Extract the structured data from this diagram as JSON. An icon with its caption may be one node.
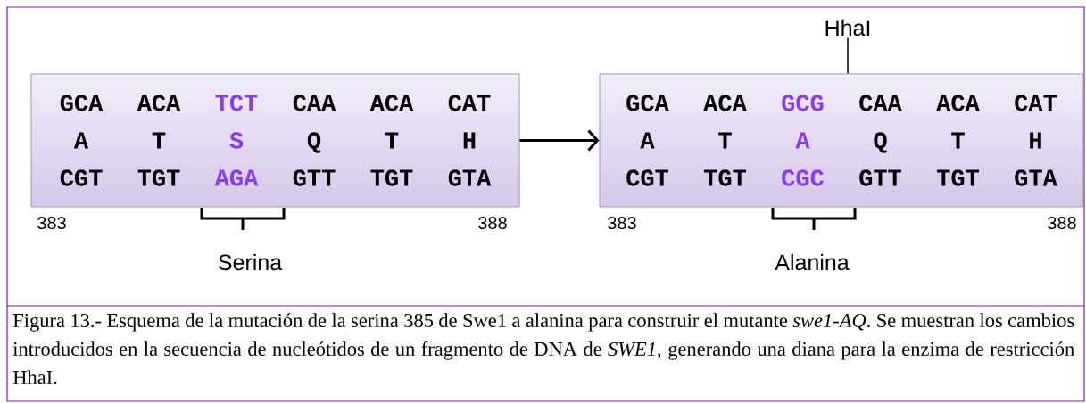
{
  "diagram": {
    "caption": "Figura 13.- Esquema de la mutación de la serina 385 de Swe1 a alanina para construir el mutante *swe1-AQ*. Se muestran los cambios introducidos en la secuencia de nucleótidos de un fragmento de DNA de *SWE1*, generando una diana para la enzima de restricción HhaI.",
    "nodes": [
      {
        "text": [
          "GCA",
          "ACA",
          "TCT",
          "CAA",
          "ACA",
          "CAT",
          "A",
          "T",
          "S",
          "Q",
          "T",
          "H",
          "CGT",
          "TGT",
          "AGA",
          "GTT",
          "TGT",
          "GTA"
        ],
        "beside": [
          "383",
          "388",
          "Serina"
        ]
      },
      {
        "text": [
          "GCA",
          "ACA",
          "GCG",
          "CAA",
          "ACA",
          "CAT",
          "A",
          "T",
          "A",
          "Q",
          "T",
          "H",
          "CGT",
          "TGT",
          "CGC",
          "GTT",
          "TGT",
          "GTA"
        ],
        "beside": [
          "383",
          "388",
          "Alanina"
        ]
      },
      {
        "text": [
          "HhaI"
        ]
      }
    ],
    "edges": [
      {
        "from": 0,
        "to": 1,
        "arrow": "to"
      },
      {
        "from": 2,
        "to": 1,
        "arrow": "none"
      }
    ]
  }
}
